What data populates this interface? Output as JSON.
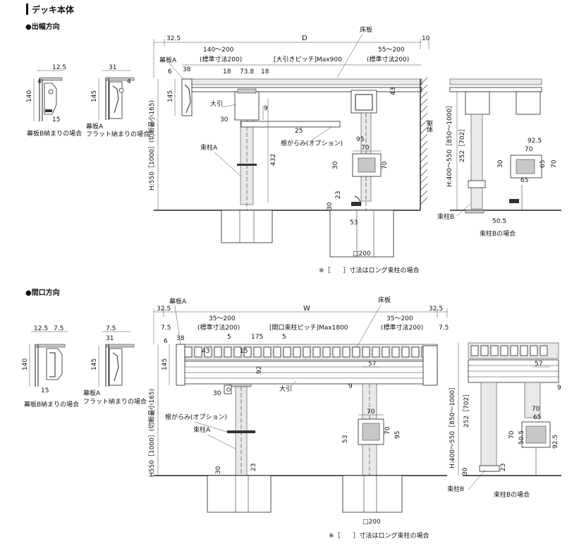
{
  "header": {
    "section_title": "デッキ本体"
  },
  "top": {
    "heading": "●出幅方向",
    "d_32_5": "32.5",
    "d_D": "D",
    "d_10": "10",
    "d_140_200": "140～200",
    "d_std_left": "(標準寸法200)",
    "d_pitch": "[大引きピッチ]Max900",
    "d_55_200": "55～200",
    "d_std_right": "(標準寸法200)",
    "d_6": "6",
    "d_38": "38",
    "d_18a": "18",
    "d_73_8": "73.8",
    "d_18b": "18",
    "d_145": "145",
    "d_43": "43",
    "d_9": "9",
    "d_30": "30",
    "d_25": "25",
    "d_432": "432",
    "d_95": "95",
    "d_70a": "70",
    "d_30b": "30",
    "d_70b": "70",
    "d_23": "23",
    "d_30c": "30",
    "d_53": "53",
    "d_200": "□200",
    "d_height": "H:550［1000］(切断最小165)",
    "lbl_floor": "床板",
    "lbl_fascia_a": "幕板A",
    "lbl_beam": "大引",
    "lbl_post_a": "束柱A",
    "lbl_skirt": "根がらみ(オプション)",
    "lbl_wall": "躯体",
    "inset1": {
      "d_12_5": "12.5",
      "d_4": "4",
      "d_140": "140",
      "d_15": "15",
      "caption": "幕板B納まりの場合"
    },
    "inset2": {
      "d_31": "31",
      "d_4": "4",
      "d_145": "145",
      "caption_1": "幕板A",
      "caption_2": "フラット納まりの場合"
    },
    "right": {
      "d_height": "H:400～550［850～1000］",
      "d_252": "252［702］",
      "d_92_5": "92.5",
      "d_70": "70",
      "d_30": "30",
      "d_65": "65",
      "d_70b": "70",
      "d_65b": "65",
      "d_50_5": "50.5",
      "lbl_post_b": "束柱B",
      "caption": "束柱Bの場合"
    },
    "note": "※［　　］寸法はロング束柱の場合"
  },
  "bottom": {
    "heading": "●間口方向",
    "d_32_5a": "32.5",
    "d_W": "W",
    "d_32_5b": "32.5",
    "d_35_200a": "35～200",
    "d_std_left": "(標準寸法200)",
    "d_pitch": "[開口束柱ピッチ]Max1800",
    "d_35_200b": "35～200",
    "d_std_right": "(標準寸法200)",
    "d_7_5a": "7.5",
    "d_7_5b": "7.5",
    "d_6": "6",
    "d_38": "38",
    "d_5a": "5",
    "d_175": "175",
    "d_5b": "5",
    "d_43": "43",
    "d_15": "15",
    "d_145": "145",
    "d_92": "92",
    "d_57": "57",
    "d_9": "9",
    "d_30": "30",
    "d_70": "70",
    "d_53": "53",
    "d_95": "95",
    "d_23": "23",
    "d_30b": "30",
    "d_200": "□200",
    "d_height": "H550［1000］(切断最小165)",
    "lbl_floor": "床板",
    "lbl_fascia_a": "幕板A",
    "lbl_beam": "大引",
    "lbl_skirt": "根がらみ(オプション)",
    "lbl_post_a": "束柱A",
    "inset1": {
      "d_12_5": "12.5",
      "d_7_5": "7.5",
      "d_140": "140",
      "d_15": "15",
      "caption": "幕板B納まりの場合"
    },
    "inset2": {
      "d_7_5": "7.5",
      "d_31": "31",
      "d_145": "145",
      "caption_1": "幕板A",
      "caption_2": "フラット納まりの場合"
    },
    "right": {
      "d_height": "H:400～550［850～1000］",
      "d_252": "252［702］",
      "d_57": "57",
      "d_9": "9",
      "d_70": "70",
      "d_65": "65",
      "d_70b": "70",
      "d_50_5": "50.5",
      "d_92_5": "92.5",
      "d_23": "23",
      "d_30": "30",
      "lbl_post_b": "束柱B",
      "caption": "束柱Bの場合"
    },
    "note": "※［　　］寸法はロング束柱の場合"
  }
}
